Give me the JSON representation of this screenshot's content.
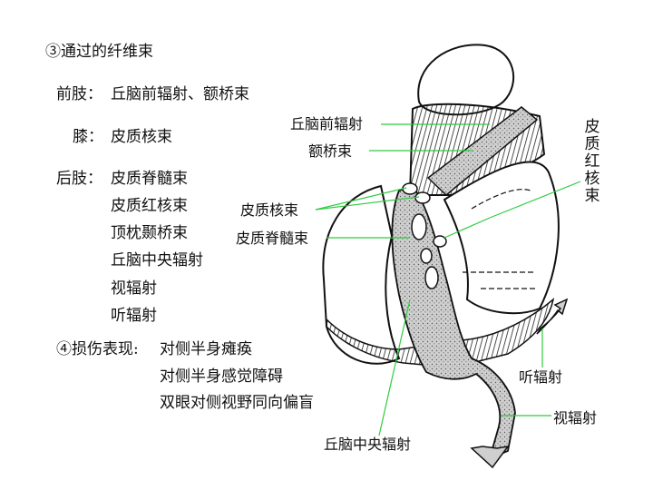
{
  "heading": "③通过的纤维束",
  "anterior_limb": {
    "title": "前肢：",
    "items": [
      "丘脑前辐射、额桥束"
    ]
  },
  "genu": {
    "title": "膝：",
    "items": [
      "皮质核束"
    ]
  },
  "posterior_limb": {
    "title": "后肢：",
    "items": [
      "皮质脊髓束",
      "皮质红核束",
      "顶枕颞桥束",
      "丘脑中央辐射",
      "视辐射",
      "听辐射"
    ]
  },
  "damage": {
    "title": "④损伤表现:",
    "items": [
      "对侧半身瘫痪",
      "对侧半身感觉障碍",
      "双眼对侧视野同向偏盲"
    ]
  },
  "diagram_labels": {
    "anterior_thalamic_radiation": "丘脑前辐射",
    "frontopontine_tract": "额桥束",
    "corticorubral_tract": "皮质红核束",
    "corticonuclear_tract": "皮质核束",
    "corticospinal_tract": "皮质脊髓束",
    "auditory_radiation": "听辐射",
    "optic_radiation": "视辐射",
    "central_thalamic_radiation": "丘脑中央辐射"
  },
  "colors": {
    "leader_line": "#2ecc40",
    "ink": "#111111",
    "tract_fill": "#cfcfcf"
  }
}
